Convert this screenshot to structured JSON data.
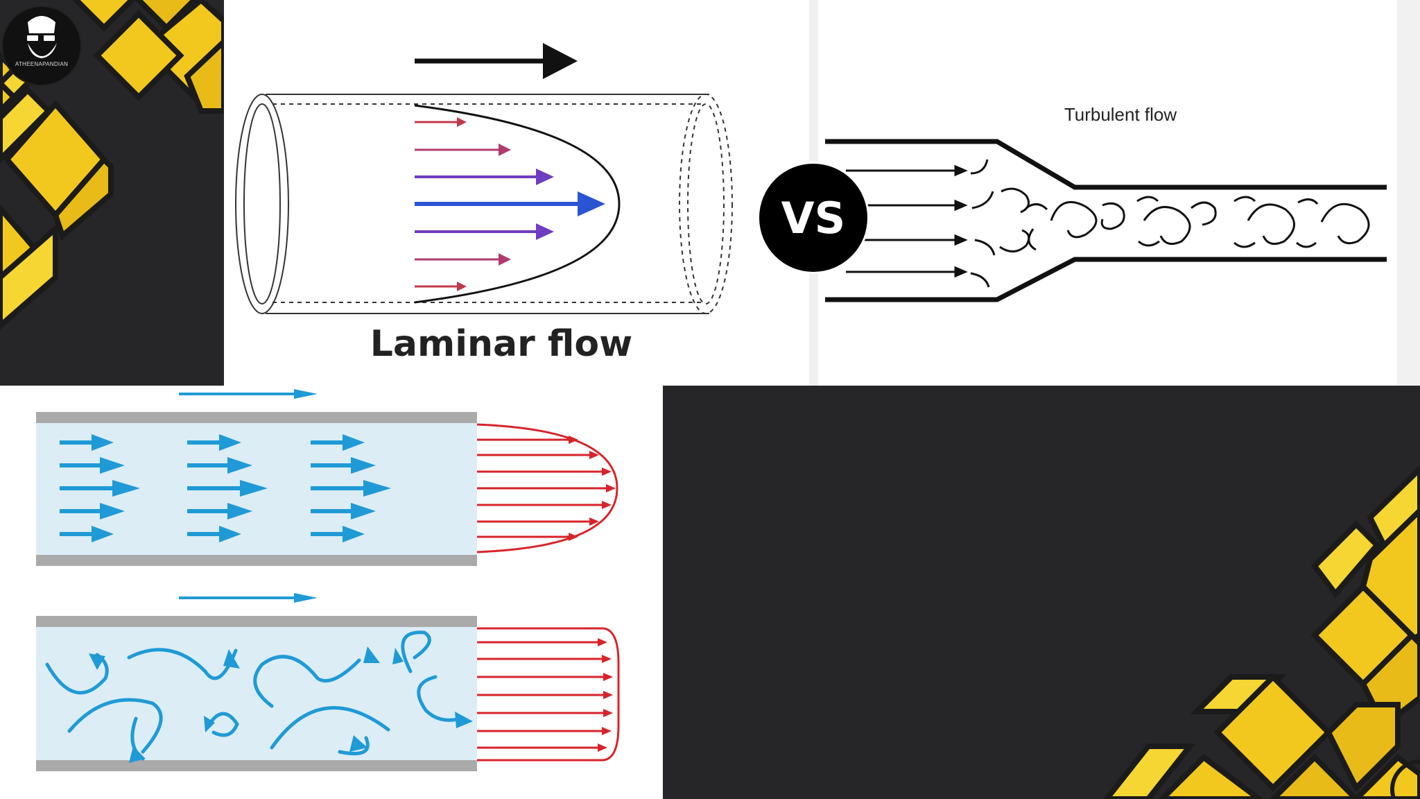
{
  "logo": {
    "brand": "ATHEENAPANDIAN"
  },
  "laminar": {
    "title": "Laminar flow"
  },
  "turbulent": {
    "title": "Turbulent flow"
  },
  "vs_badge": {
    "label": "VS"
  },
  "colors": {
    "yellow": "#f2c81e",
    "dark": "#262628",
    "blue_arrow": "#1f9ad6",
    "red_profile": "#d8232a",
    "pipe_fill": "#dcedf6",
    "pipe_wall": "#aaaaaa"
  }
}
